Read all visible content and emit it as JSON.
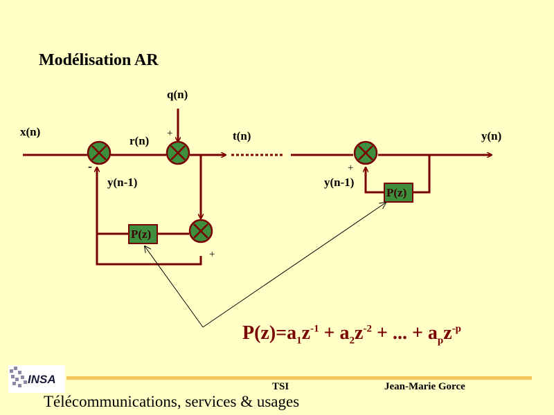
{
  "title": "Modélisation AR",
  "signals": {
    "x": "x(n)",
    "q": "q(n)",
    "r": "r(n)",
    "t": "t(n)",
    "y": "y(n)",
    "y_prev_left": "y(n-1)",
    "y_prev_right": "y(n-1)"
  },
  "signs": {
    "left_minus": "-",
    "q_plus": "+",
    "right_plus": "+",
    "lower_plus": "+"
  },
  "blocks": {
    "left_filter": "P(z)",
    "right_filter": "P(z)"
  },
  "formula": {
    "lhs": "P(z)=a",
    "sub1": "1",
    "z1": "z",
    "exp1": "-1",
    "plus1": " + a",
    "sub2": "2",
    "z2": "z",
    "exp2": "-2",
    "dots": " + ... +  a",
    "subp": "p",
    "zp": "z",
    "expp": "-p"
  },
  "footer": {
    "logo": "INSA",
    "center": "TSI",
    "author": "Jean-Marie Gorce",
    "subtitle": "Télécommunications, services & usages"
  },
  "colors": {
    "background": "#ffffc6",
    "wire": "#7a0000",
    "node_fill": "#3d8f3d",
    "footer_line": "#f6c65a"
  }
}
